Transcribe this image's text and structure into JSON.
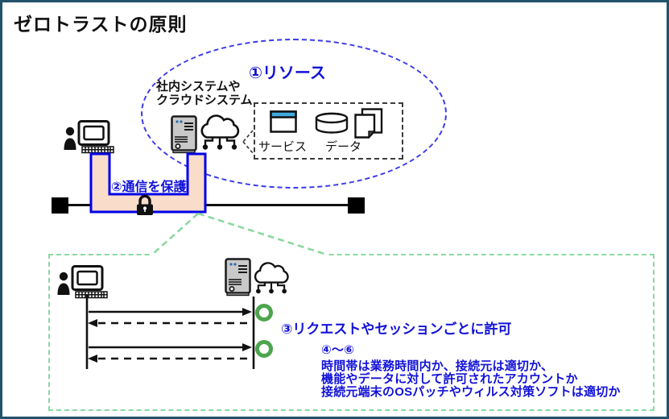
{
  "title": "ゼロトラストの原則",
  "resource_area": {
    "label": "①リソース",
    "system_line1": "社内システムや",
    "system_line2": "クラウドシステム",
    "service_label": "サービス",
    "data_label": "データ",
    "icons": {
      "server": "server-icon",
      "cloud": "cloud-network-icon",
      "service_window": "browser-window-icon",
      "database": "database-icon",
      "documents": "documents-icon"
    }
  },
  "communication": {
    "label": "②通信を保護",
    "lock_icon": "lock-icon"
  },
  "detail_box": {
    "step3_label": "③リクエストやセッションごとに許可",
    "step46_title": "④～⑥",
    "step46_lines": [
      "時間帯は業務時間内か、接続元は適切か、",
      "機能やデータに対して許可されたアカウントか",
      "接続元端末のOSパッチやウィルス対策ソフトは適切か"
    ]
  },
  "colors": {
    "frame_border": "#20536B",
    "accent_blue": "#1111D8",
    "ellipse_blue": "#3A3AE8",
    "channel_fill_pink": "#F9DCC9",
    "channel_border_blue": "#0000E8",
    "detail_border_green": "#8CD8A0",
    "ring_green": "#4CA54C",
    "browser_bar_blue": "#41ABE1"
  }
}
